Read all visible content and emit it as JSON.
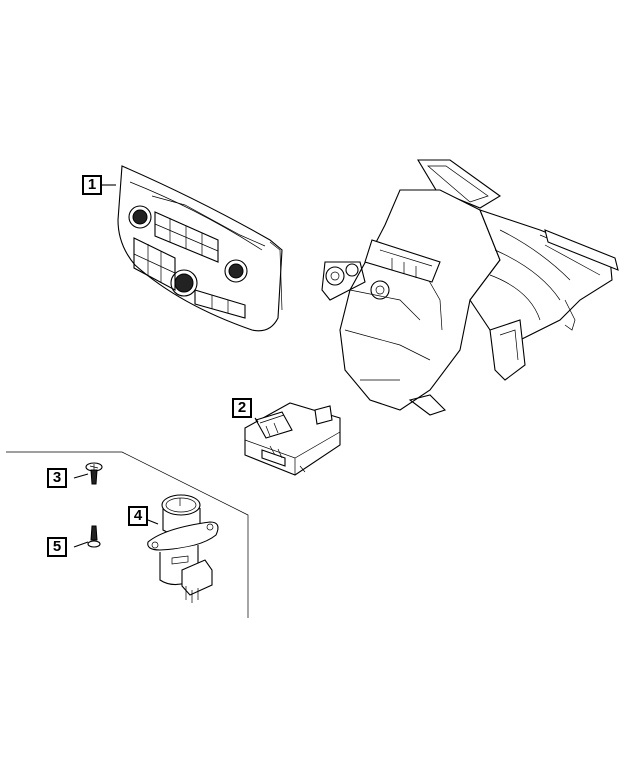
{
  "diagram": {
    "type": "exploded-parts-diagram",
    "parts": [
      {
        "callout": "1",
        "name": "climate-control-panel"
      },
      {
        "callout": "2",
        "name": "hvac-control-module"
      },
      {
        "callout": "3",
        "name": "screw"
      },
      {
        "callout": "4",
        "name": "blower-motor-resistor-connector"
      },
      {
        "callout": "5",
        "name": "screw"
      }
    ],
    "unlabeled": [
      "hvac-housing-assembly"
    ]
  }
}
